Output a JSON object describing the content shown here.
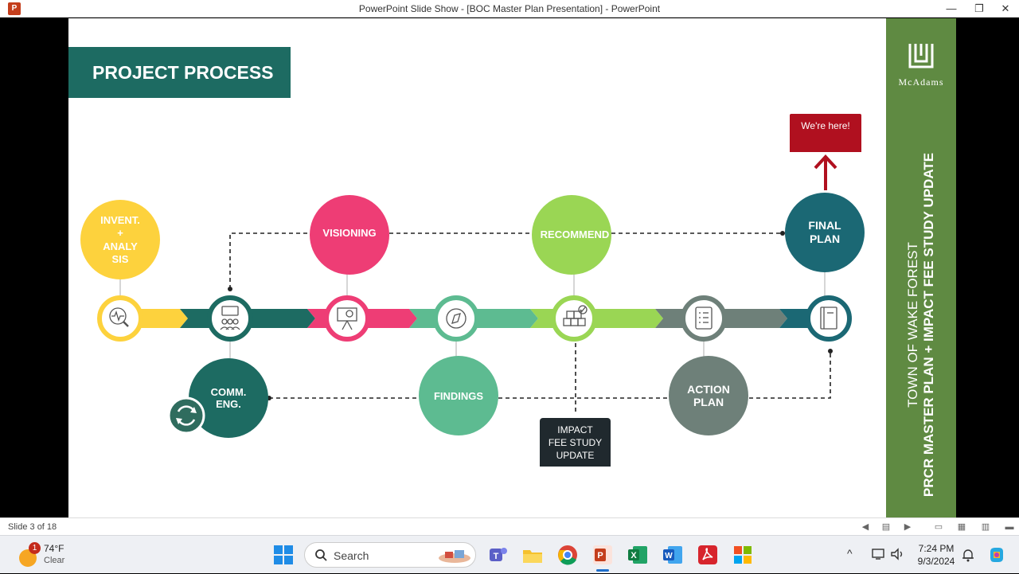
{
  "window": {
    "app_icon_letter": "P",
    "title": "PowerPoint Slide Show - [BOC Master Plan Presentation] - PowerPoint",
    "minimize": "—",
    "restore": "❐",
    "close": "✕"
  },
  "slide": {
    "title": "PROJECT PROCESS",
    "logo_text": "McAdams",
    "side_line1": "TOWN OF WAKE FOREST",
    "side_line2": "PRCR MASTER PLAN + IMPACT FEE STUDY UPDATE",
    "were_here": "We're here!",
    "impact_box": [
      "IMPACT",
      "FEE STUDY",
      "UPDATE"
    ],
    "stages": {
      "invent": [
        "INVENT.",
        "+",
        "ANALY",
        "SIS"
      ],
      "visioning": [
        "VISIONING"
      ],
      "recommend": [
        "RECOMMEND"
      ],
      "final": [
        "FINAL",
        "PLAN"
      ],
      "comm": [
        "COMM.",
        "ENG."
      ],
      "findings": [
        "FINDINGS"
      ],
      "action": [
        "ACTION",
        "PLAN"
      ]
    },
    "colors": {
      "yellow": "#fdd23d",
      "dark_teal": "#1d6b62",
      "pink": "#ee3d75",
      "mint": "#5dbb91",
      "green": "#9ad654",
      "gray": "#6e8079",
      "teal_blue": "#1b6874",
      "red": "#b0101f"
    },
    "icons": [
      "analysis-icon",
      "community-icon",
      "presentation-icon",
      "compass-icon",
      "boxes-icon",
      "checklist-icon",
      "book-icon",
      "refresh-icon"
    ]
  },
  "statusbar": {
    "slide_num": "Slide 3 of 18"
  },
  "taskbar": {
    "weather_badge": "1",
    "temp": "74°F",
    "condition": "Clear",
    "search_label": "Search",
    "time": "7:24 PM",
    "date": "9/3/2024"
  }
}
